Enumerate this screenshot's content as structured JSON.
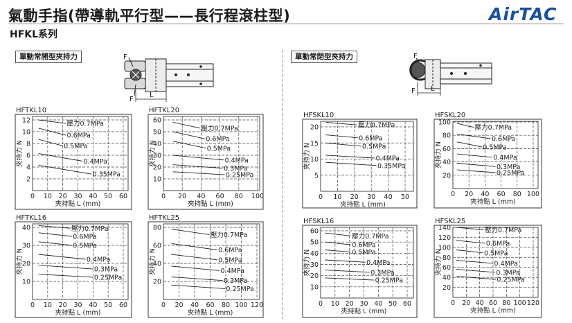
{
  "header": {
    "title": "氣動手指(帶導軌平行型——長行程滾柱型)",
    "series": "HFKL系列",
    "logo": "AirTAC"
  },
  "sections": {
    "open": "單動常開型夾持力",
    "closed": "單動常閉型夾持力"
  },
  "diagrams": {
    "open": {
      "force_top": "F",
      "force_bottom": "F",
      "length": "L"
    },
    "closed": {
      "force_top": "F",
      "force_bottom": "F",
      "length": "L"
    }
  },
  "colors": {
    "logo": "#1b4f9c",
    "line": "#222222"
  },
  "chart_data": [
    {
      "type": "line",
      "title": "HFTKL10",
      "xlabel": "夾持點 L (mm)",
      "ylabel": "夾持力 N",
      "xlim": [
        0,
        60
      ],
      "ylim": [
        0,
        12
      ],
      "xticks": [
        0,
        10,
        20,
        30,
        40,
        50,
        60
      ],
      "yticks": [
        2,
        4,
        6,
        8,
        10,
        12
      ],
      "grid": true,
      "series": [
        {
          "name": "壓力0.7MPa",
          "x": [
            4,
            22
          ],
          "y": [
            12.0,
            11.4
          ]
        },
        {
          "name": "0.6MPa",
          "x": [
            4,
            22
          ],
          "y": [
            10.6,
            9.4
          ]
        },
        {
          "name": "0.5MPa",
          "x": [
            4,
            20
          ],
          "y": [
            8.7,
            7.6
          ]
        },
        {
          "name": "0.4MPa",
          "x": [
            4,
            33
          ],
          "y": [
            6.3,
            5.0
          ]
        },
        {
          "name": "0.35MPa",
          "x": [
            4,
            39
          ],
          "y": [
            4.3,
            2.8
          ]
        }
      ]
    },
    {
      "type": "line",
      "title": "HFTKL20",
      "xlabel": "夾持點 L (mm)",
      "ylabel": "夾持力 N",
      "xlim": [
        0,
        100
      ],
      "ylim": [
        0,
        60
      ],
      "xticks": [
        0,
        20,
        40,
        60,
        80,
        100
      ],
      "yticks": [
        10,
        20,
        30,
        40,
        50,
        60
      ],
      "grid": true,
      "series": [
        {
          "name": "壓力0.7MPa",
          "x": [
            10,
            39
          ],
          "y": [
            58,
            53
          ]
        },
        {
          "name": "0.6MPa",
          "x": [
            10,
            44
          ],
          "y": [
            50,
            44
          ]
        },
        {
          "name": "0.5MPa",
          "x": [
            10,
            45
          ],
          "y": [
            42,
            36
          ]
        },
        {
          "name": "0.4MPa",
          "x": [
            10,
            64
          ],
          "y": [
            30,
            26
          ]
        },
        {
          "name": "0.3MPa",
          "x": [
            10,
            63
          ],
          "y": [
            22,
            19
          ]
        },
        {
          "name": "0.25MPa",
          "x": [
            10,
            65
          ],
          "y": [
            16,
            13.5
          ]
        }
      ]
    },
    {
      "type": "line",
      "title": "HFTKL16",
      "xlabel": "夾持點 L (mm)",
      "ylabel": "夾持力 N",
      "xlim": [
        0,
        60
      ],
      "ylim": [
        0,
        40
      ],
      "xticks": [
        0,
        10,
        20,
        30,
        40,
        50,
        60
      ],
      "yticks": [
        10,
        20,
        30,
        40
      ],
      "grid": true,
      "series": [
        {
          "name": "壓力0.7MPa",
          "x": [
            4,
            25
          ],
          "y": [
            41,
            39.5
          ]
        },
        {
          "name": "0.6MPa",
          "x": [
            4,
            26
          ],
          "y": [
            37,
            35
          ]
        },
        {
          "name": "0.5MPa",
          "x": [
            4,
            26
          ],
          "y": [
            32,
            30
          ]
        },
        {
          "name": "0.4MPa",
          "x": [
            4,
            35
          ],
          "y": [
            25,
            22.3
          ]
        },
        {
          "name": "0.3MPa",
          "x": [
            4,
            40
          ],
          "y": [
            19,
            16.9
          ]
        },
        {
          "name": "0.25MPa",
          "x": [
            4,
            40
          ],
          "y": [
            14,
            12.3
          ]
        }
      ]
    },
    {
      "type": "line",
      "title": "HFTKL25",
      "xlabel": "夾持點 L (mm)",
      "ylabel": "夾持力 N",
      "xlim": [
        0,
        120
      ],
      "ylim": [
        0,
        80
      ],
      "xticks": [
        0,
        20,
        40,
        60,
        80,
        100,
        120
      ],
      "yticks": [
        20,
        40,
        60,
        80
      ],
      "grid": true,
      "series": [
        {
          "name": "壓力0.7MPa",
          "x": [
            10,
            59
          ],
          "y": [
            78,
            72
          ]
        },
        {
          "name": "0.6MPa",
          "x": [
            10,
            69
          ],
          "y": [
            62,
            55
          ]
        },
        {
          "name": "0.5MPa",
          "x": [
            10,
            69
          ],
          "y": [
            50,
            44
          ]
        },
        {
          "name": "0.4MPa",
          "x": [
            10,
            72
          ],
          "y": [
            37,
            32
          ]
        },
        {
          "name": "0.3MPa",
          "x": [
            10,
            76
          ],
          "y": [
            25,
            21
          ]
        },
        {
          "name": "0.25MPa",
          "x": [
            10,
            79
          ],
          "y": [
            16,
            12
          ]
        }
      ]
    },
    {
      "type": "line",
      "title": "HFSKL10",
      "xlabel": "夾持點 L (mm)",
      "ylabel": "夾持力 N",
      "xlim": [
        0,
        50
      ],
      "ylim": [
        0,
        20
      ],
      "xticks": [
        0,
        10,
        20,
        30,
        40,
        50
      ],
      "yticks": [
        5,
        10,
        15,
        20
      ],
      "grid": true,
      "series": [
        {
          "name": "壓力0.7MPa",
          "x": [
            3,
            21.5
          ],
          "y": [
            21.4,
            20.6
          ]
        },
        {
          "name": "0.6MPa",
          "x": [
            3,
            22
          ],
          "y": [
            17.5,
            16.6
          ]
        },
        {
          "name": "0.5MPa",
          "x": [
            3,
            24
          ],
          "y": [
            15,
            14
          ]
        },
        {
          "name": "0.4MPa",
          "x": [
            3,
            32
          ],
          "y": [
            11.2,
            10.3
          ]
        },
        {
          "name": "0.35MPa",
          "x": [
            3,
            33
          ],
          "y": [
            9,
            8
          ]
        }
      ]
    },
    {
      "type": "line",
      "title": "HFSKL20",
      "xlabel": "夾持點 L (mm)",
      "ylabel": "夾持力 N",
      "xlim": [
        0,
        100
      ],
      "ylim": [
        0,
        100
      ],
      "xticks": [
        0,
        20,
        40,
        60,
        80,
        100
      ],
      "yticks": [
        20,
        40,
        60,
        80,
        100
      ],
      "grid": true,
      "series": [
        {
          "name": "壓力0.7MPa",
          "x": [
            5,
            26
          ],
          "y": [
            98,
            92
          ]
        },
        {
          "name": "0.6MPa",
          "x": [
            5,
            47
          ],
          "y": [
            82,
            75
          ]
        },
        {
          "name": "0.5MPa",
          "x": [
            5,
            36
          ],
          "y": [
            70,
            62.5
          ]
        },
        {
          "name": "0.4MPa",
          "x": [
            5,
            49
          ],
          "y": [
            52,
            47
          ]
        },
        {
          "name": "0.3MPa",
          "x": [
            5,
            53
          ],
          "y": [
            38,
            33
          ]
        },
        {
          "name": "0.25MPa",
          "x": [
            5,
            53
          ],
          "y": [
            28,
            24
          ]
        }
      ]
    },
    {
      "type": "line",
      "title": "HFSKL16",
      "xlabel": "夾持點 L (mm)",
      "ylabel": "夾持力 N",
      "xlim": [
        0,
        60
      ],
      "ylim": [
        0,
        60
      ],
      "xticks": [
        0,
        10,
        20,
        30,
        40,
        50,
        60
      ],
      "yticks": [
        10,
        20,
        30,
        40,
        50,
        60
      ],
      "grid": true,
      "series": [
        {
          "name": "壓力0.7MPa",
          "x": [
            3,
            21
          ],
          "y": [
            58,
            55.5
          ]
        },
        {
          "name": "0.6MPa",
          "x": [
            3,
            21
          ],
          "y": [
            50,
            47.5
          ]
        },
        {
          "name": "0.5MPa",
          "x": [
            3,
            21
          ],
          "y": [
            43,
            41
          ]
        },
        {
          "name": "0.4MPa",
          "x": [
            3,
            31
          ],
          "y": [
            34,
            32
          ]
        },
        {
          "name": "0.3MPa",
          "x": [
            3,
            34
          ],
          "y": [
            25,
            23
          ]
        },
        {
          "name": "0.25MPa",
          "x": [
            3,
            37
          ],
          "y": [
            18,
            16
          ]
        }
      ]
    },
    {
      "type": "line",
      "title": "HFSKL25",
      "xlabel": "夾持點 L (mm)",
      "ylabel": "夾持力 N",
      "xlim": [
        0,
        120
      ],
      "ylim": [
        0,
        140
      ],
      "xticks": [
        0,
        20,
        40,
        60,
        80,
        100,
        120
      ],
      "yticks": [
        20,
        40,
        60,
        80,
        100,
        120,
        140
      ],
      "grid": true,
      "series": [
        {
          "name": "壓力0.7MPa",
          "x": [
            5,
            46
          ],
          "y": [
            140,
            135
          ]
        },
        {
          "name": "0.6MPa",
          "x": [
            5,
            48
          ],
          "y": [
            114,
            108
          ]
        },
        {
          "name": "0.5MPa",
          "x": [
            5,
            45
          ],
          "y": [
            95,
            89
          ]
        },
        {
          "name": "0.4MPa",
          "x": [
            5,
            60
          ],
          "y": [
            74,
            68
          ]
        },
        {
          "name": "0.3MPa",
          "x": [
            5,
            63
          ],
          "y": [
            56,
            50
          ]
        },
        {
          "name": "0.25MPa",
          "x": [
            5,
            64
          ],
          "y": [
            42,
            36
          ]
        }
      ]
    }
  ]
}
